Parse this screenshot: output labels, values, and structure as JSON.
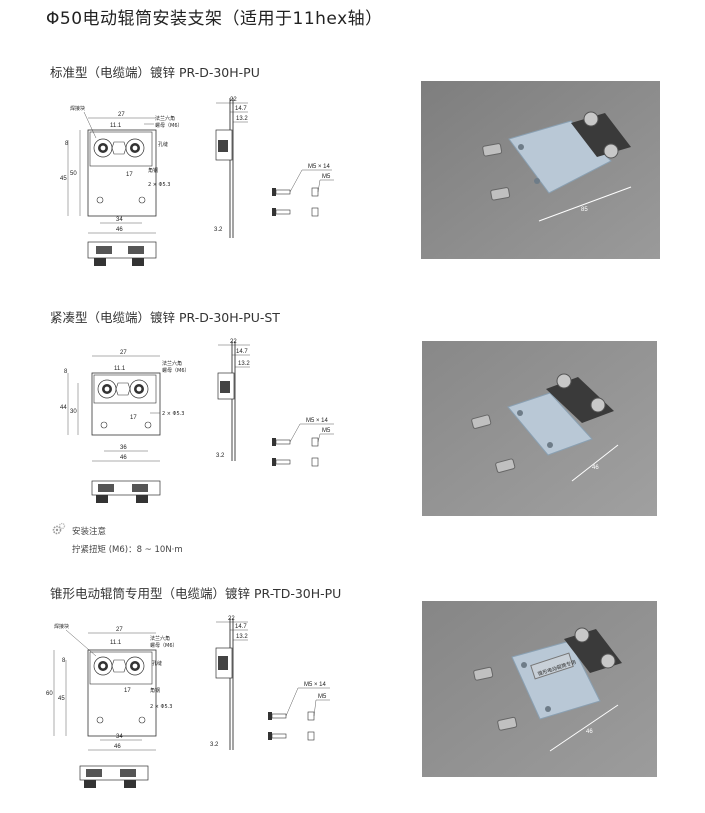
{
  "page_title": "Φ50电动辊筒安装支架（适用于11hex轴）",
  "sections": [
    {
      "title": "标准型（电缆端）镀锌 PR-D-30H-PU",
      "labels": {
        "top_left": "焊接块",
        "nut": "法兰六角",
        "nut2": "螺母（M6）",
        "hole": "孔缝",
        "bracket": "角钢",
        "holes": "2 × Φ5.3"
      },
      "dims": {
        "w27": "27",
        "w11": "11.1",
        "h50": "50",
        "h45": "45",
        "d17": "17",
        "d34": "34",
        "d46": "46",
        "s22": "22",
        "s147": "14.7",
        "s132": "13.2",
        "s32": "3.2",
        "bolt1": "M5 × 14",
        "bolt2": "M5",
        "r8": "8"
      },
      "photo_label": "85"
    },
    {
      "title": "紧凑型（电缆端）镀锌 PR-D-30H-PU-ST",
      "labels": {
        "nut": "法兰六角",
        "nut2": "螺母（M6）",
        "holes": "2 × Φ5.3"
      },
      "dims": {
        "w27": "27",
        "w11": "11.1",
        "h44": "44",
        "h30": "30",
        "d17": "17",
        "d36": "36",
        "d46": "46",
        "s22": "22",
        "s147": "14.7",
        "s132": "13.2",
        "s32": "3.2",
        "bolt1": "M5 × 14",
        "bolt2": "M5",
        "r8": "8"
      },
      "photo_label": "46"
    },
    {
      "title": "锥形电动辊筒专用型（电缆端）镀锌 PR-TD-30H-PU",
      "labels": {
        "top_left": "焊接块",
        "nut": "法兰六角",
        "nut2": "螺母（M6）",
        "hole": "孔缝",
        "bracket": "角钢",
        "holes": "2 × Φ5.3"
      },
      "dims": {
        "w27": "27",
        "w11": "11.1",
        "h60": "60",
        "h45": "45",
        "d17": "17",
        "d34": "34",
        "d46": "46",
        "s22": "22",
        "s147": "14.7",
        "s132": "13.2",
        "s32": "3.2",
        "bolt1": "M5 × 14",
        "bolt2": "M5",
        "r8": "8"
      },
      "photo_label": "46",
      "plate_text": "锥形电动辊筒专用"
    }
  ],
  "install_note": {
    "heading": "安装注意",
    "text": "拧紧扭矩 (M6)：8 ~ 10N·m"
  },
  "icons": {
    "note": "gear-icon"
  },
  "colors": {
    "plate": "#b9c8d6",
    "background_photo": "#8c8c8c",
    "block": "#3a3a3a"
  }
}
